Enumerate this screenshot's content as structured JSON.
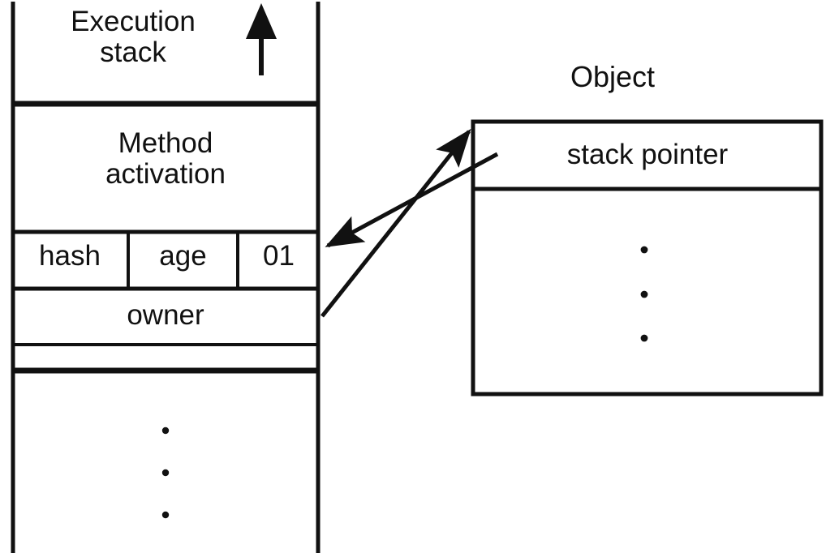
{
  "diagram": {
    "title": "Execution stack and Object with stack pointer",
    "background_color": "#ffffff",
    "line_color": "#111111",
    "text_color": "#111111"
  },
  "stack": {
    "caption": "Execution\nstack",
    "direction_arrow": "up-arrow-icon",
    "frames": [
      {
        "name": "method-activation",
        "label": "Method\nactivation"
      }
    ],
    "slot_row": {
      "cells": [
        {
          "label": "hash"
        },
        {
          "label": "age"
        },
        {
          "label": "01"
        }
      ]
    },
    "owner_row": {
      "label": "owner"
    },
    "empty_row": {
      "label": ""
    },
    "continuation_dots": [
      ".",
      ".",
      "."
    ]
  },
  "object": {
    "caption": "Object",
    "fields": [
      {
        "label": "stack pointer"
      }
    ],
    "continuation_dots": [
      ".",
      ".",
      "."
    ]
  },
  "connectors": [
    {
      "name": "owner-to-object-arrow",
      "from": "owner-row-right-edge",
      "to": "object-box-top-left",
      "arrowhead": "end"
    },
    {
      "name": "stack-pointer-to-slot-arrow",
      "from": "stack-pointer-field",
      "to": "slot-row-right-edge",
      "arrowhead": "end"
    }
  ]
}
